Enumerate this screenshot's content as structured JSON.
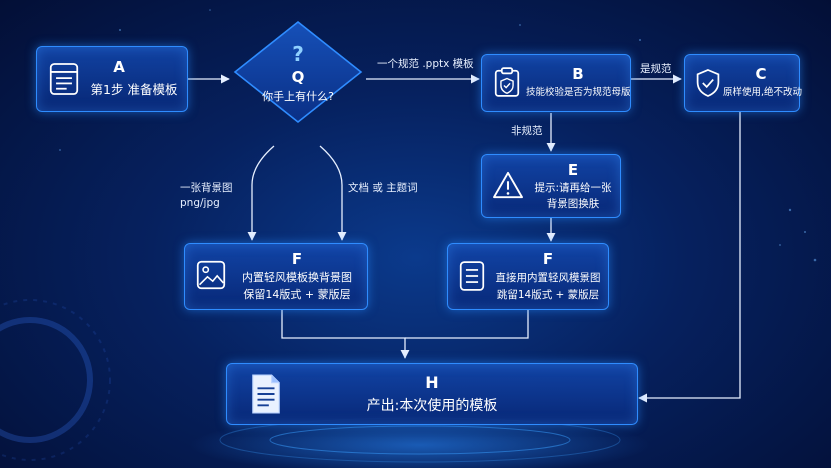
{
  "colors": {
    "accent": "#2f8cff",
    "background": "#06215f",
    "line": "#cfe2ff"
  },
  "nodes": {
    "a": {
      "letter": "A",
      "text": "第1步 准备模板",
      "icon": "template-icon"
    },
    "q": {
      "mark": "?",
      "letter": "Q",
      "text": "你手上有什么?",
      "icon": "question-icon"
    },
    "b": {
      "letter": "B",
      "text": "技能校验是否为规范母版",
      "icon": "clipboard-shield-icon"
    },
    "c": {
      "letter": "C",
      "text": "原样使用,绝不改动",
      "icon": "shield-check-icon"
    },
    "e": {
      "letter": "E",
      "line1": "提示:请再给一张",
      "line2": "背景图换肤",
      "icon": "warning-icon"
    },
    "f1": {
      "letter": "F",
      "line1": "内置轻风模板换背景图",
      "line2": "保留14版式 + 蒙版层",
      "icon": "image-icon"
    },
    "f2": {
      "letter": "F",
      "line1": "直接用内置轻风模景图",
      "line2": "跳留14版式 + 蒙版层",
      "icon": "document-icon"
    },
    "h": {
      "letter": "H",
      "text": "产出:本次使用的模板",
      "icon": "file-icon"
    }
  },
  "edges": {
    "q_to_b": "一个规范 .pptx 模板",
    "b_to_c": "是规范",
    "b_to_e": "非规范",
    "q_to_f1_left_line1": "一张背景图",
    "q_to_f1_left_line2": "png/jpg",
    "q_to_f1_right": "文档 或 主题词"
  }
}
